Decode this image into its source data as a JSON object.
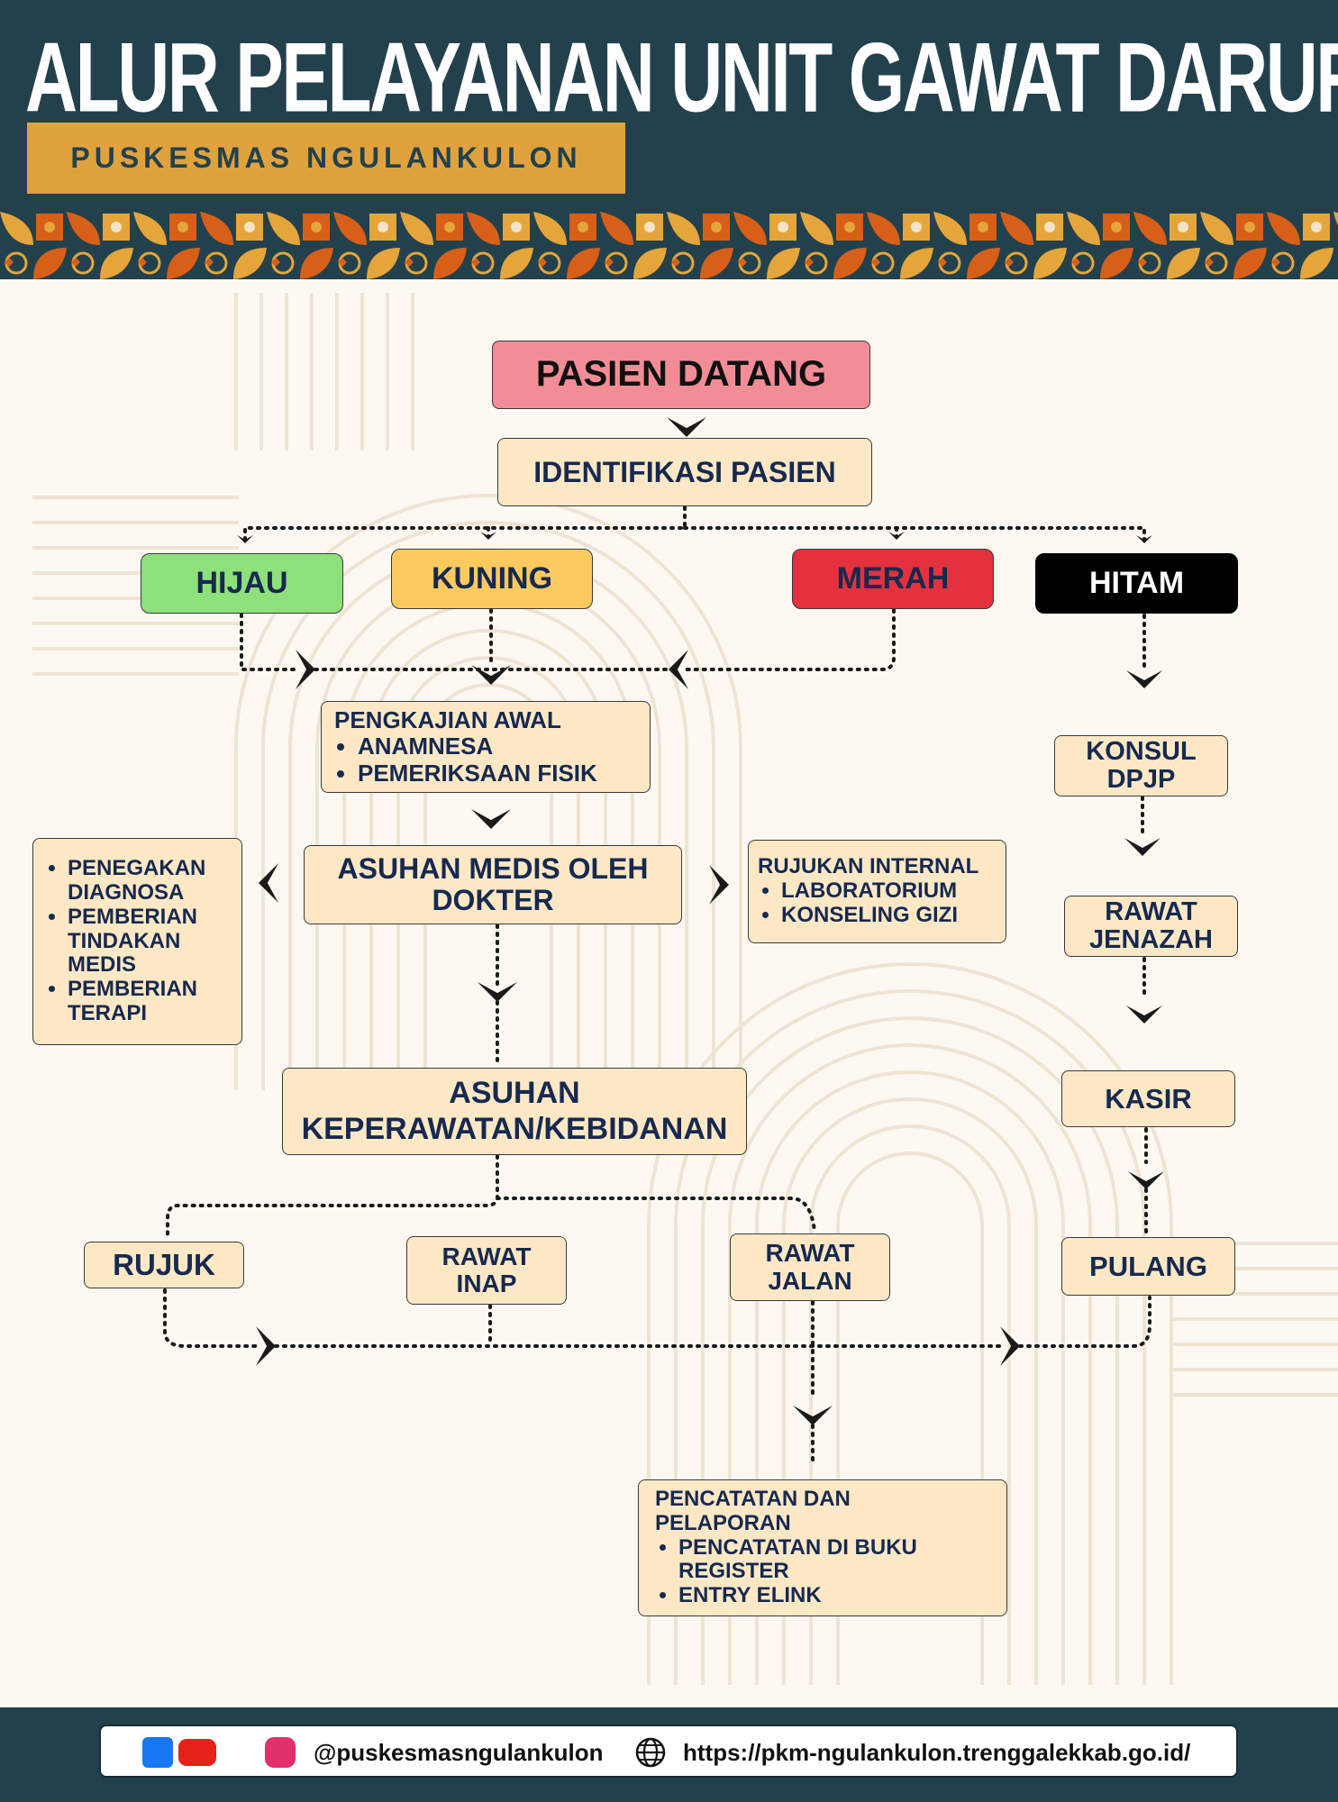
{
  "header": {
    "title": "ALUR PELAYANAN UNIT GAWAT DARURAT",
    "subtitle": "PUSKESMAS NGULANKULON"
  },
  "colors": {
    "header_bg": "#23414c",
    "subtitle_band": "#e0a23d",
    "page_bg": "#fdf9f2",
    "box_fill": "#fde8c6",
    "box_text": "#17294f",
    "start_fill": "#f28d98",
    "hijau": "#8de07a",
    "kuning": "#fbca5e",
    "merah": "#e3313e",
    "hitam": "#000000"
  },
  "flow": {
    "start": "PASIEN DATANG",
    "identify": "IDENTIFIKASI PASIEN",
    "triage": {
      "hijau": "HIJAU",
      "kuning": "KUNING",
      "merah": "MERAH",
      "hitam": "HITAM"
    },
    "assessment": {
      "title": "PENGKAJIAN AWAL",
      "items": [
        "ANAMNESA",
        "PEMERIKSAAN FISIK"
      ]
    },
    "medical_care": "ASUHAN MEDIS OLEH DOKTER",
    "medical_actions": [
      "PENEGAKAN DIAGNOSA",
      "PEMBERIAN TINDAKAN MEDIS",
      "PEMBERIAN TERAPI"
    ],
    "internal_referral": {
      "title": "RUJUKAN INTERNAL",
      "items": [
        "LABORATORIUM",
        "KONSELING GIZI"
      ]
    },
    "nursing_care": {
      "line1": "ASUHAN",
      "line2": "KEPERAWATAN/KEBIDANAN"
    },
    "outcomes": {
      "rujuk": "RUJUK",
      "rawat_inap": {
        "line1": "RAWAT",
        "line2": "INAP"
      },
      "rawat_jalan": {
        "line1": "RAWAT",
        "line2": "JALAN"
      }
    },
    "hitam_path": {
      "konsul": {
        "line1": "KONSUL",
        "line2": "DPJP"
      },
      "jenazah": {
        "line1": "RAWAT",
        "line2": "JENAZAH"
      },
      "kasir": "KASIR",
      "pulang": "PULANG"
    },
    "reporting": {
      "title": "PENCATATAN DAN PELAPORAN",
      "items": [
        "PENCATATAN DI BUKU REGISTER",
        "ENTRY ELINK"
      ]
    }
  },
  "footer": {
    "social_icons": [
      "facebook-icon",
      "youtube-icon",
      "tiktok-icon",
      "instagram-icon"
    ],
    "handle": "@puskesmasngulankulon",
    "website": "https://pkm-ngulankulon.trenggalekkab.go.id/"
  }
}
